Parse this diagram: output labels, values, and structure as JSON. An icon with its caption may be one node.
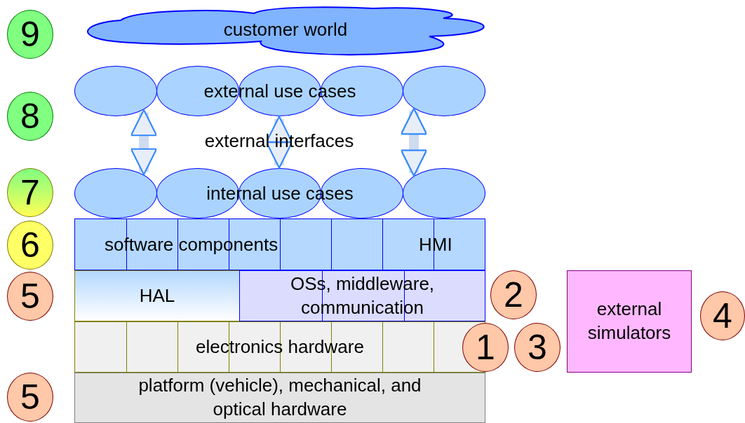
{
  "diagram": {
    "nodes": [
      {
        "text": [
          "9"
        ]
      },
      {
        "text": [
          "customer world"
        ]
      },
      {
        "text": [
          "8"
        ]
      },
      {
        "text": [],
        "shape": "ellipse"
      },
      {
        "text": [],
        "shape": "ellipse"
      },
      {
        "text": [
          "external use cases"
        ]
      },
      {
        "text": [],
        "shape": "ellipse"
      },
      {
        "text": [],
        "shape": "ellipse"
      },
      {
        "text": [
          "7"
        ]
      },
      {
        "text": [],
        "shape": "ellipse"
      },
      {
        "text": [],
        "shape": "ellipse"
      },
      {
        "text": [
          "internal use cases"
        ]
      },
      {
        "text": [],
        "shape": "ellipse"
      },
      {
        "text": [],
        "shape": "ellipse"
      },
      {
        "text": [
          "6"
        ]
      },
      {
        "text": [
          "software components",
          "HMI"
        ]
      },
      {
        "text": [
          "5"
        ]
      },
      {
        "text": [
          "HAL"
        ]
      },
      {
        "text": [
          "OSs, middleware, communication"
        ]
      },
      {
        "text": [
          "2"
        ]
      },
      {
        "text": [
          "external simulators"
        ]
      },
      {
        "text": [
          "4"
        ]
      },
      {
        "text": [
          "electronics hardware"
        ]
      },
      {
        "text": [
          "1"
        ]
      },
      {
        "text": [
          "3"
        ]
      },
      {
        "text": [
          "5"
        ]
      },
      {
        "text": [
          "platform (vehicle), mechanical, and optical hardware"
        ]
      }
    ],
    "edges": [
      {
        "from": 3,
        "to": 9,
        "arrow": "both"
      },
      {
        "from": 5,
        "to": 11,
        "arrow": "both"
      },
      {
        "from": 7,
        "to": 13,
        "arrow": "both"
      }
    ],
    "labels": [
      "external interfaces"
    ]
  }
}
